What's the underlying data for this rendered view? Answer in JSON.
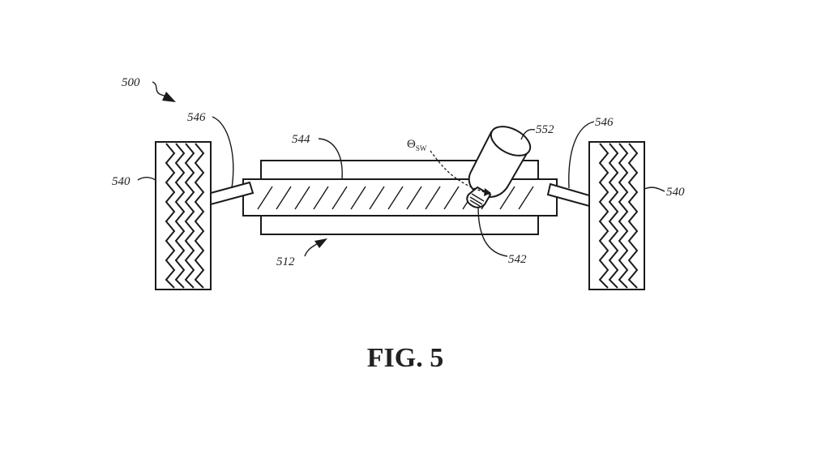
{
  "figure": {
    "caption": "FIG. 5",
    "assembly_ref": "500",
    "labels": {
      "wheel_left": "540",
      "wheel_right": "540",
      "tie_rod_left": "546",
      "tie_rod_right": "546",
      "rack": "544",
      "housing": "512",
      "pinion": "542",
      "motor": "552",
      "angle_symbol": "Θ",
      "angle_subscript": "SW"
    }
  },
  "colors": {
    "ink": "#1a1a1a",
    "background": "#ffffff"
  }
}
